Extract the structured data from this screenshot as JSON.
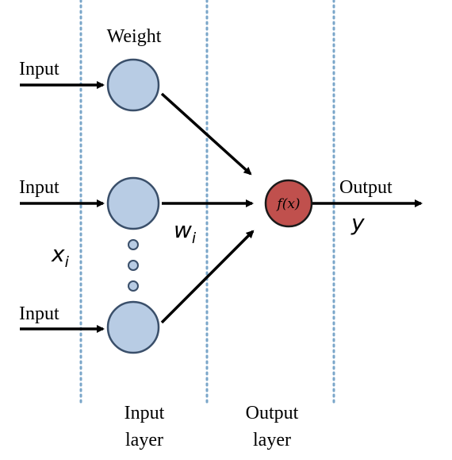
{
  "labels": {
    "weight": "Weight",
    "input_1": "Input",
    "input_2": "Input",
    "input_3": "Input",
    "output": "Output",
    "input_layer_line1": "Input",
    "input_layer_line2": "layer",
    "output_layer_line1": "Output",
    "output_layer_line2": "layer",
    "activation": "f(x)",
    "weight_symbol": "w",
    "weight_subscript": "i",
    "input_symbol": "x",
    "input_subscript": "i",
    "output_symbol": "y"
  },
  "colors": {
    "weight_node_fill": "#b8cce4",
    "weight_node_stroke": "#3a4f6a",
    "output_node_fill": "#c0504d",
    "output_node_stroke": "#1a1a1a",
    "divider": "#7aa6c9",
    "arrow": "#000000"
  }
}
